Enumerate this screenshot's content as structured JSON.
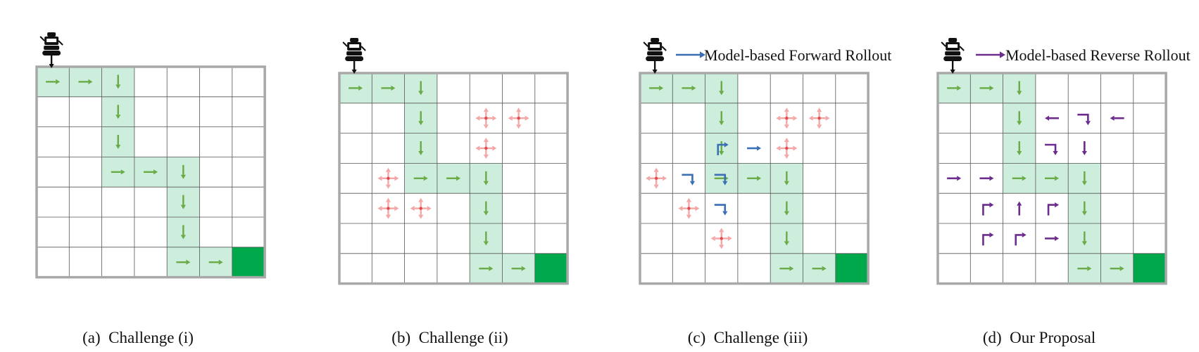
{
  "colors": {
    "path_fill": "#cdeedc",
    "goal_fill": "#00a84c",
    "green_arrow": "#6aab47",
    "pink_arrow": "#f4a7a7",
    "pink_dot": "#e24a4a",
    "blue_arrow": "#3a6fb6",
    "purple_arrow": "#6c2c8e",
    "grid_line": "#555555",
    "frame": "#a8a8a8"
  },
  "panels": [
    {
      "id": "a",
      "caption_label": "(a)",
      "caption_text": "Challenge (i)",
      "legend_text": "",
      "path_cells": [
        [
          0,
          0
        ],
        [
          0,
          1
        ],
        [
          0,
          2
        ],
        [
          1,
          2
        ],
        [
          2,
          2
        ],
        [
          3,
          2
        ],
        [
          3,
          3
        ],
        [
          3,
          4
        ],
        [
          4,
          4
        ],
        [
          5,
          4
        ],
        [
          6,
          4
        ],
        [
          6,
          5
        ]
      ],
      "goal_cell": [
        6,
        6
      ],
      "green_arrows": [
        [
          0,
          0,
          "R"
        ],
        [
          0,
          1,
          "R"
        ],
        [
          0,
          2,
          "D"
        ],
        [
          1,
          2,
          "D"
        ],
        [
          2,
          2,
          "D"
        ],
        [
          3,
          2,
          "R"
        ],
        [
          3,
          3,
          "R"
        ],
        [
          3,
          4,
          "D"
        ],
        [
          4,
          4,
          "D"
        ],
        [
          5,
          4,
          "D"
        ],
        [
          6,
          4,
          "R"
        ],
        [
          6,
          5,
          "R"
        ]
      ],
      "pink_cells": [],
      "blue_arrows": [],
      "purple_arrows": []
    },
    {
      "id": "b",
      "caption_label": "(b)",
      "caption_text": "Challenge (ii)",
      "legend_text": "",
      "path_cells": [
        [
          0,
          0
        ],
        [
          0,
          1
        ],
        [
          0,
          2
        ],
        [
          1,
          2
        ],
        [
          2,
          2
        ],
        [
          3,
          2
        ],
        [
          3,
          3
        ],
        [
          3,
          4
        ],
        [
          4,
          4
        ],
        [
          5,
          4
        ],
        [
          6,
          4
        ],
        [
          6,
          5
        ]
      ],
      "goal_cell": [
        6,
        6
      ],
      "green_arrows": [
        [
          0,
          0,
          "R"
        ],
        [
          0,
          1,
          "R"
        ],
        [
          0,
          2,
          "D"
        ],
        [
          1,
          2,
          "D"
        ],
        [
          2,
          2,
          "D"
        ],
        [
          3,
          2,
          "R"
        ],
        [
          3,
          3,
          "R"
        ],
        [
          3,
          4,
          "D"
        ],
        [
          4,
          4,
          "D"
        ],
        [
          5,
          4,
          "D"
        ],
        [
          6,
          4,
          "R"
        ],
        [
          6,
          5,
          "R"
        ]
      ],
      "pink_cells": [
        [
          1,
          4
        ],
        [
          1,
          5
        ],
        [
          2,
          4
        ],
        [
          3,
          1
        ],
        [
          4,
          1
        ],
        [
          4,
          2
        ]
      ],
      "blue_arrows": [],
      "purple_arrows": []
    },
    {
      "id": "c",
      "caption_label": "(c)",
      "caption_text": "Challenge (iii)",
      "legend_text": "Model-based Forward Rollout",
      "legend_color": "blue",
      "path_cells": [
        [
          0,
          0
        ],
        [
          0,
          1
        ],
        [
          0,
          2
        ],
        [
          1,
          2
        ],
        [
          2,
          2
        ],
        [
          3,
          2
        ],
        [
          3,
          3
        ],
        [
          3,
          4
        ],
        [
          4,
          4
        ],
        [
          5,
          4
        ],
        [
          6,
          4
        ],
        [
          6,
          5
        ]
      ],
      "goal_cell": [
        6,
        6
      ],
      "green_arrows": [
        [
          0,
          0,
          "R"
        ],
        [
          0,
          1,
          "R"
        ],
        [
          0,
          2,
          "D"
        ],
        [
          1,
          2,
          "D"
        ],
        [
          2,
          2,
          "D"
        ],
        [
          3,
          2,
          "R"
        ],
        [
          3,
          3,
          "R"
        ],
        [
          3,
          4,
          "D"
        ],
        [
          4,
          4,
          "D"
        ],
        [
          5,
          4,
          "D"
        ],
        [
          6,
          4,
          "R"
        ],
        [
          6,
          5,
          "R"
        ]
      ],
      "pink_cells": [
        [
          1,
          4
        ],
        [
          1,
          5
        ],
        [
          2,
          4
        ],
        [
          3,
          0
        ],
        [
          4,
          1
        ],
        [
          5,
          2
        ]
      ],
      "blue_arrows": [
        [
          2,
          2,
          "UR"
        ],
        [
          2,
          3,
          "R"
        ],
        [
          3,
          1,
          "LD"
        ],
        [
          3,
          2,
          "LD"
        ],
        [
          4,
          2,
          "LD"
        ]
      ],
      "purple_arrows": []
    },
    {
      "id": "d",
      "caption_label": "(d)",
      "caption_text": "Our Proposal",
      "legend_text": "Model-based Reverse Rollout",
      "legend_color": "purple",
      "path_cells": [
        [
          0,
          0
        ],
        [
          0,
          1
        ],
        [
          0,
          2
        ],
        [
          1,
          2
        ],
        [
          2,
          2
        ],
        [
          3,
          2
        ],
        [
          3,
          3
        ],
        [
          3,
          4
        ],
        [
          4,
          4
        ],
        [
          5,
          4
        ],
        [
          6,
          4
        ],
        [
          6,
          5
        ]
      ],
      "goal_cell": [
        6,
        6
      ],
      "green_arrows": [
        [
          0,
          0,
          "R"
        ],
        [
          0,
          1,
          "R"
        ],
        [
          0,
          2,
          "D"
        ],
        [
          1,
          2,
          "D"
        ],
        [
          2,
          2,
          "D"
        ],
        [
          3,
          2,
          "R"
        ],
        [
          3,
          3,
          "R"
        ],
        [
          3,
          4,
          "D"
        ],
        [
          4,
          4,
          "D"
        ],
        [
          5,
          4,
          "D"
        ],
        [
          6,
          4,
          "R"
        ],
        [
          6,
          5,
          "R"
        ]
      ],
      "pink_cells": [],
      "blue_arrows": [],
      "purple_arrows": [
        [
          1,
          3,
          "L"
        ],
        [
          1,
          4,
          "LD"
        ],
        [
          1,
          5,
          "L"
        ],
        [
          2,
          3,
          "LD"
        ],
        [
          2,
          4,
          "D"
        ],
        [
          3,
          0,
          "R"
        ],
        [
          3,
          1,
          "R"
        ],
        [
          4,
          1,
          "UR"
        ],
        [
          4,
          2,
          "U"
        ],
        [
          4,
          3,
          "UR"
        ],
        [
          5,
          1,
          "UR"
        ],
        [
          5,
          2,
          "UR"
        ],
        [
          5,
          3,
          "R"
        ]
      ]
    }
  ]
}
